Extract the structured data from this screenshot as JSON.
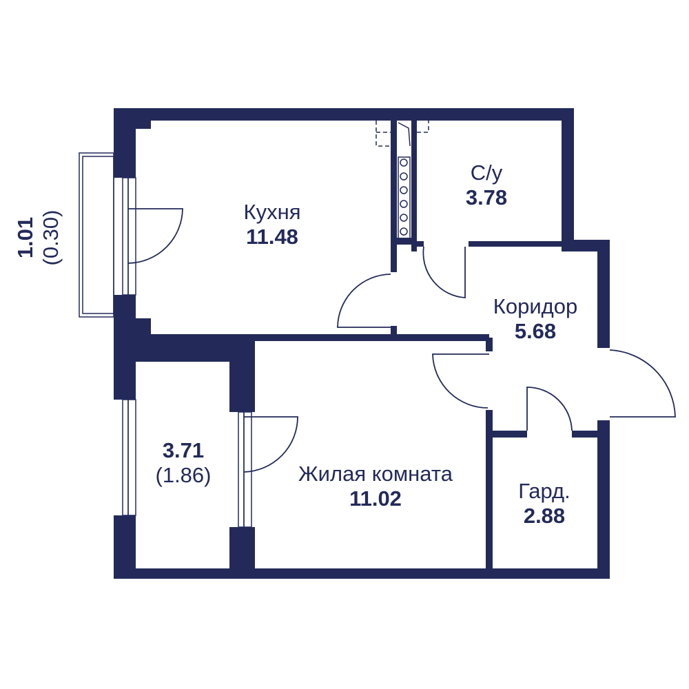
{
  "colors": {
    "wall": "#232a5a",
    "background": "#ffffff"
  },
  "rooms": [
    {
      "name": "Кухня",
      "area": "11.48"
    },
    {
      "name": "С/у",
      "area": "3.78"
    },
    {
      "name": "Коридор",
      "area": "5.68"
    },
    {
      "name": "Жилая комната",
      "area": "11.02"
    },
    {
      "name": "Гард.",
      "area": "2.88"
    }
  ],
  "balcony": {
    "area": "3.71",
    "reduced_area": "(1.86)"
  },
  "loggia": {
    "area": "1.01",
    "reduced_area": "(0.30)"
  }
}
